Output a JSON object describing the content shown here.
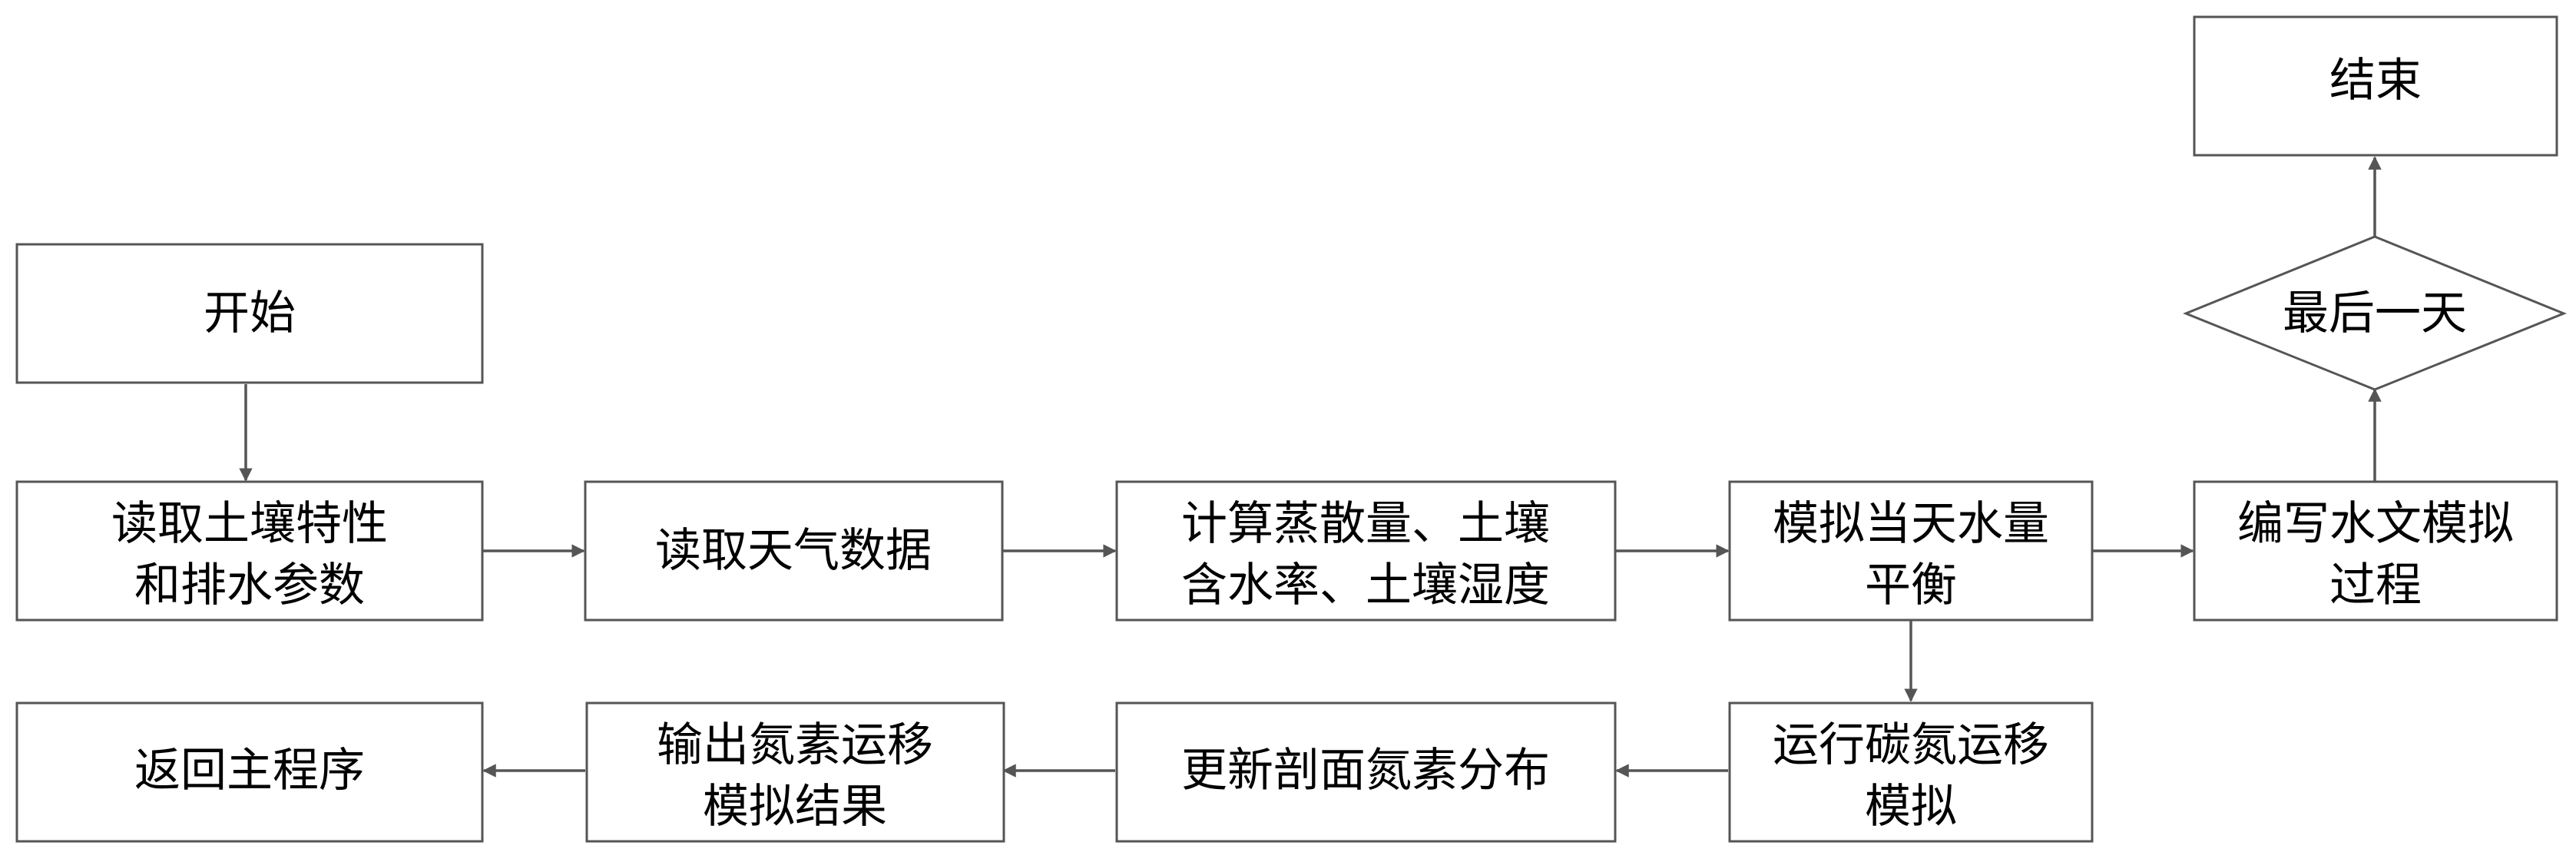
{
  "diagram": {
    "nodes": {
      "start": {
        "lines": [
          "开始"
        ]
      },
      "end": {
        "lines": [
          "结束"
        ]
      },
      "last_day": {
        "lines": [
          "最后一天"
        ]
      },
      "read_soil": {
        "lines": [
          "读取土壤特性",
          "和排水参数"
        ]
      },
      "read_weather": {
        "lines": [
          "读取天气数据"
        ]
      },
      "calc_et": {
        "lines": [
          "计算蒸散量、土壤",
          "含水率、土壤湿度"
        ]
      },
      "water_balance": {
        "lines": [
          "模拟当天水量",
          "平衡"
        ]
      },
      "hydro_process": {
        "lines": [
          "编写水文模拟",
          "过程"
        ]
      },
      "carbon_nitrogen": {
        "lines": [
          "运行碳氮运移",
          "模拟"
        ]
      },
      "update_nitrogen": {
        "lines": [
          "更新剖面氮素分布"
        ]
      },
      "output_nitrogen": {
        "lines": [
          "输出氮素运移",
          "模拟结果"
        ]
      },
      "return_main": {
        "lines": [
          "返回主程序"
        ]
      }
    },
    "edges": [
      {
        "from": "start",
        "to": "read_soil"
      },
      {
        "from": "read_soil",
        "to": "read_weather"
      },
      {
        "from": "read_weather",
        "to": "calc_et"
      },
      {
        "from": "calc_et",
        "to": "water_balance"
      },
      {
        "from": "water_balance",
        "to": "hydro_process"
      },
      {
        "from": "hydro_process",
        "to": "last_day"
      },
      {
        "from": "last_day",
        "to": "end"
      },
      {
        "from": "water_balance",
        "to": "carbon_nitrogen"
      },
      {
        "from": "carbon_nitrogen",
        "to": "update_nitrogen"
      },
      {
        "from": "update_nitrogen",
        "to": "output_nitrogen"
      },
      {
        "from": "output_nitrogen",
        "to": "return_main"
      }
    ]
  }
}
